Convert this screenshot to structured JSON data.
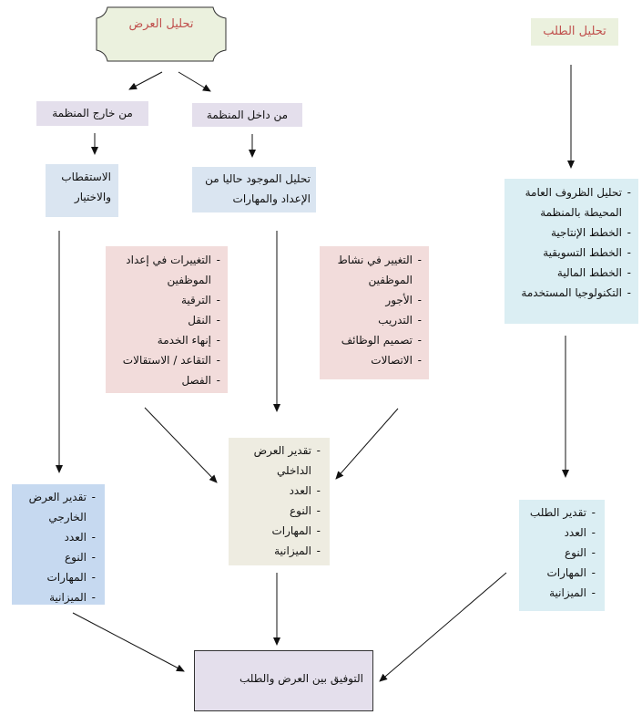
{
  "supply_analysis": {
    "title": "تحليل العرض"
  },
  "demand_analysis": {
    "title": "تحليل الطلب"
  },
  "external": {
    "label": "من خارج المنظمة"
  },
  "internal": {
    "label": "من داخل المنظمة"
  },
  "recruit": {
    "text": "الاستقطاب والاختيار"
  },
  "current_analysis": {
    "text": "تحليل الموجود حاليا من الإعداد والمهارات"
  },
  "general_conditions": {
    "items": [
      "تحليل الظروف العامة المحيطة بالمنظمة",
      "الخطط الإنتاجية",
      "الخطط التسويقية",
      "الخطط المالية",
      "التكنولوجيا المستخدمة"
    ]
  },
  "staff_changes": {
    "items": [
      "التغييرات في إعداد الموظفين",
      "الترقية",
      "النقل",
      "إنهاء الخدمة",
      "التقاعد / الاستقالات",
      "الفصل"
    ]
  },
  "activity_changes": {
    "items": [
      "التغيير في نشاط الموظفين",
      "الأجور",
      "التدريب",
      "تصميم الوظائف",
      "الاتصالات"
    ]
  },
  "internal_supply": {
    "items": [
      "تقدير العرض الداخلي",
      "العدد",
      "النوع",
      "المهارات",
      "الميزانية"
    ]
  },
  "external_supply": {
    "items": [
      "تقدير العرض الخارجي",
      "العدد",
      "النوع",
      "المهارات",
      "الميزانية"
    ]
  },
  "demand_estimate": {
    "items": [
      "تقدير الطلب",
      "العدد",
      "النوع",
      "المهارات",
      "الميزانية"
    ]
  },
  "reconcile": {
    "text": "التوفيق بين العرض والطلب"
  },
  "colors": {
    "lavender": "#e4dfec",
    "blue": "#dae5f1",
    "pink": "#f2dcdb",
    "aqua": "#dbeef3",
    "beige": "#eeece1",
    "green": "#ebf1de"
  }
}
